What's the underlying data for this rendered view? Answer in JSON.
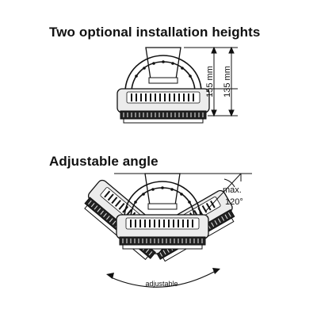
{
  "sections": [
    {
      "title": "Two optional installation heights",
      "dimensions": [
        {
          "label": "155 mm"
        },
        {
          "label": "135 mm"
        }
      ]
    },
    {
      "title": "Adjustable angle",
      "angle_label_1": "max.",
      "angle_label_2": "120°",
      "arc_label": "adjustable"
    }
  ]
}
